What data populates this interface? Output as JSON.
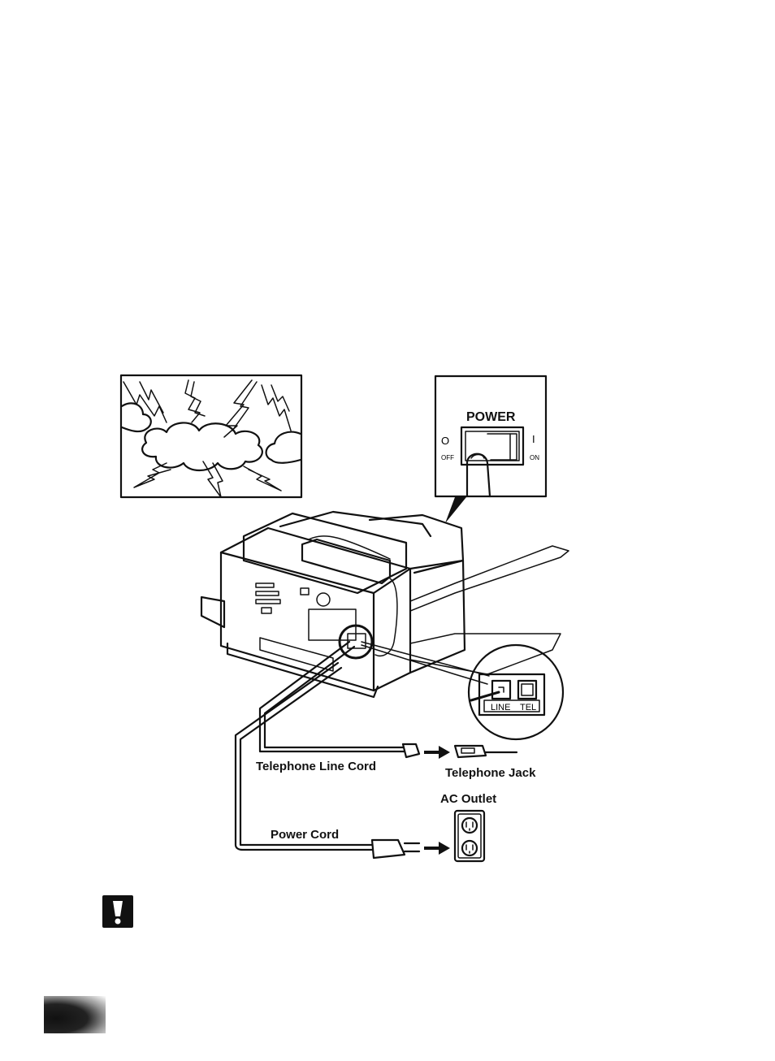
{
  "figure": {
    "power_switch": {
      "title": "POWER",
      "off_symbol": "O",
      "off_label": "OFF",
      "on_symbol": "I",
      "on_label": "ON"
    },
    "ports": {
      "line": "LINE",
      "tel": "TEL"
    },
    "labels": {
      "telephone_line_cord": "Telephone Line Cord",
      "telephone_jack": "Telephone Jack",
      "ac_outlet": "AC Outlet",
      "power_cord": "Power Cord"
    }
  },
  "icons": {
    "caution": "caution-icon"
  }
}
